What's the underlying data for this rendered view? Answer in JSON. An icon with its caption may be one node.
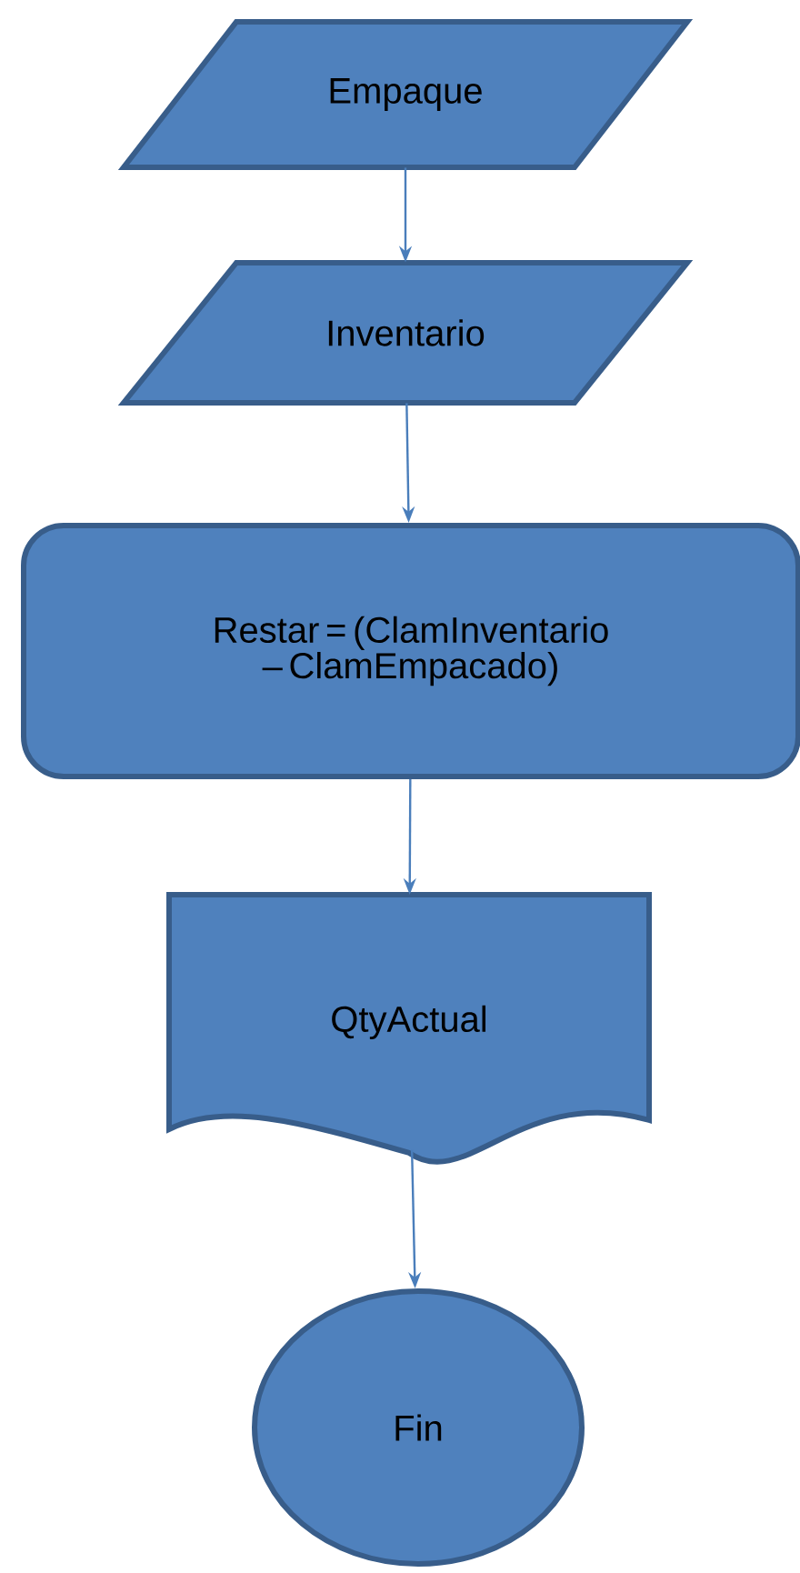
{
  "diagram": {
    "nodes": [
      {
        "text": [
          "Empaque"
        ]
      },
      {
        "text": [
          "Inventario"
        ]
      },
      {
        "text": [
          "Restar = (ClamInventario – ClamEmpacado)"
        ]
      },
      {
        "text": [
          "QtyActual"
        ]
      },
      {
        "text": [
          "Fin"
        ]
      }
    ],
    "edges": [
      {
        "from": 0,
        "to": 1,
        "arrow": "to"
      },
      {
        "from": 1,
        "to": 2,
        "arrow": "to"
      },
      {
        "from": 2,
        "to": 3,
        "arrow": "to"
      },
      {
        "from": 3,
        "to": 4,
        "arrow": "to"
      }
    ]
  }
}
